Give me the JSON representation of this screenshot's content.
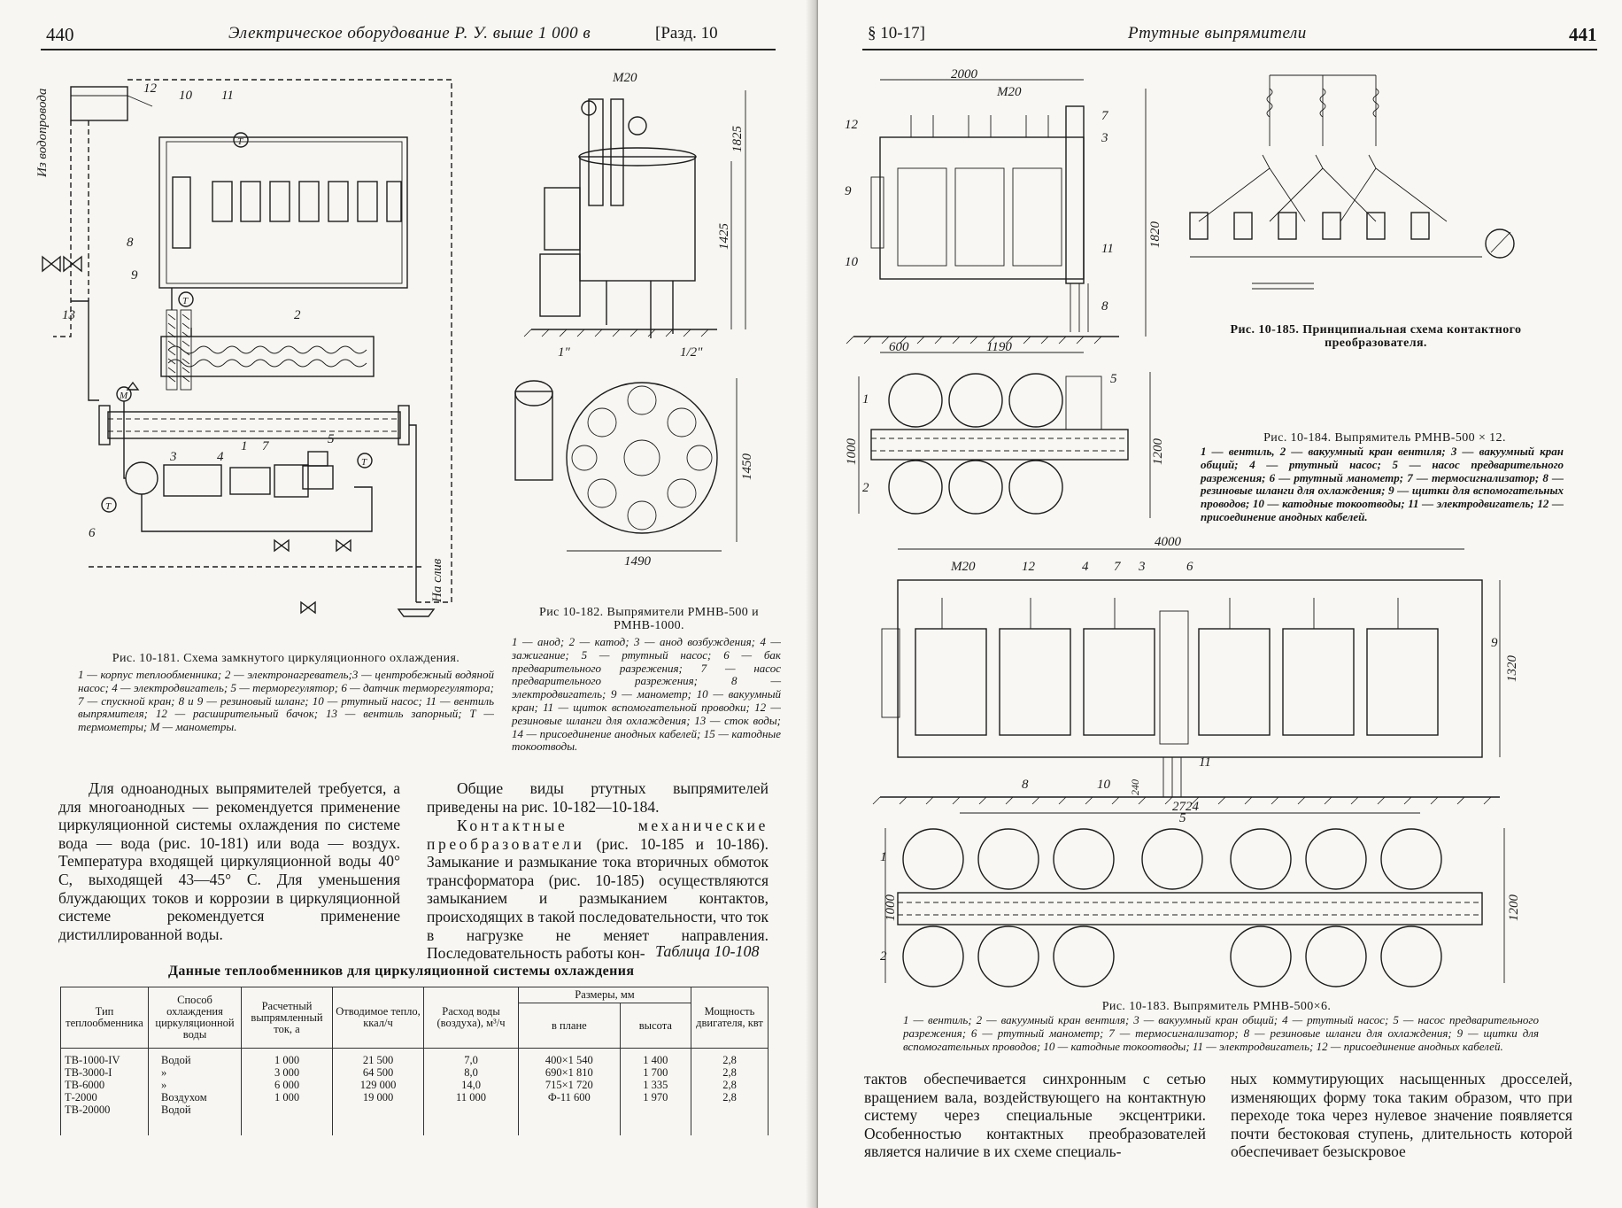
{
  "left_page": {
    "page_number": "440",
    "running_head": "Электрическое оборудование Р. У. выше 1 000 в",
    "section_ref": "[Разд. 10",
    "fig181": {
      "caption": "Рис. 10-181. Схема замкнутого циркуляционного охлаждения.",
      "legend": "1 — корпус теплообменника; 2 — электронагреватель;3 — центробежный водяной насос; 4 — электродвигатель; 5 — терморегулятор; 6 — датчик терморегулятора; 7 — спускной кран; 8 и 9 — резиновый шланг; 10 — ртутный насос; 11 — вентиль выпрямителя; 12 — расширительный бачок; 13 — вентиль запорный; Т — термометры; М — манометры.",
      "inflow_label": "Из водопровода",
      "outflow_label": "На слив",
      "labels": [
        "1",
        "2",
        "3",
        "4",
        "5",
        "6",
        "7",
        "8",
        "9",
        "10",
        "11",
        "12",
        "13",
        "T",
        "M"
      ]
    },
    "fig182": {
      "caption": "Рис 10-182. Выпрямители РМНВ-500 и РМНВ-1000.",
      "legend": "1 — анод; 2 — катод; 3 — анод возбуждения; 4 — зажигание; 5 — ртутный насос; 6 — бак предварительного разрежения; 7 — насос предварительного разрежения; 8 — электродвигатель; 9 — манометр; 10 — вакуумный кран; 11 — щиток вспомогательной проводки; 12 — резиновые шланги для охлаждения; 13 — сток воды; 14 — присоединение анодных кабелей; 15 — катодные токоотводы.",
      "dims": [
        "1825",
        "1425",
        "1450",
        "1490"
      ],
      "labels": [
        "M20",
        "1\"",
        "1/2\""
      ]
    },
    "para_left": "Для одноанодных выпрямителей требуется, а для многоанодных — рекомендуется применение циркуляционной системы охлаждения по системе вода — вода (рис. 10-181) или вода — воздух. Температура входящей циркуляционной воды 40° С, выходящей 43—45° С. Для уменьшения блуждающих токов и коррозии в циркуляционной системе рекомендуется применение дистиллированной воды.",
    "para_right_1": "Общие виды ртутных выпрямителей приведены на рис. 10-182—10-184.",
    "para_right_2_spaced": "Контактные механические преобразователи",
    "para_right_2": "(рис. 10-185 и 10-186). Замыкание и размыкание тока вторичных обмоток трансформатора (рис. 10-185) осуществляются замыканием и размыканием контактов, происходящих в такой последовательности, что ток в нагрузке не меняет направления. Последовательность работы кон-",
    "table": {
      "number": "Таблица 10-108",
      "title": "Данные теплообменников для циркуляционной системы охлаждения",
      "headers": {
        "type": "Тип теплообменника",
        "method": "Способ охлаждения циркуляционной воды",
        "current": "Расчетный выпрямленный ток, а",
        "heat": "Отводимое тепло, ккал/ч",
        "flow": "Расход воды (воздуха), м³/ч",
        "sizes": "Размеры, мм",
        "plan": "в плане",
        "height": "высота",
        "power": "Мощность двигателя, квт"
      },
      "types": [
        "ТВ-1000-IV",
        "ТВ-3000-I",
        "ТВ-6000",
        "Т-2000",
        "ТВ-20000"
      ],
      "methods": [
        "Водой",
        "»",
        "»",
        "Воздухом",
        "Водой"
      ],
      "currents": [
        "1 000",
        "3 000",
        "6 000",
        "1 000"
      ],
      "heats": [
        "21 500",
        "64 500",
        "129 000",
        "19 000"
      ],
      "flows": [
        "7,0",
        "8,0",
        "14,0",
        "11 000"
      ],
      "plans": [
        "400×1 540",
        "690×1 810",
        "715×1 720",
        "Ф-11 600"
      ],
      "heights": [
        "1 400",
        "1 700",
        "1 335",
        "1 970"
      ],
      "powers": [
        "2,8",
        "2,8",
        "2,8",
        "2,8"
      ]
    }
  },
  "right_page": {
    "page_number": "441",
    "section_ref": "§ 10-17]",
    "running_head": "Ртутные выпрямители",
    "fig184": {
      "caption": "Рис. 10-184. Выпрямитель РМНВ-500 × 12.",
      "legend": "1 — вентиль, 2 — вакуумный кран вентиля; 3 — вакуумный кран общий; 4 — ртутный насос; 5 — насос предварительного разрежения; 6 — ртутный манометр; 7 — термосигнализатор; 8 — резиновые шланги для охлаждения; 9 — щитки для вспомогательных проводов; 10 — катодные токоотводы; 11 — электродвигатель; 12 — присоединение анодных кабелей.",
      "dims": [
        "2000",
        "1820",
        "600",
        "1190",
        "1000",
        "1200"
      ],
      "labels": [
        "M20",
        "1",
        "2",
        "3",
        "5",
        "7",
        "8",
        "9",
        "10",
        "11",
        "12"
      ]
    },
    "fig185": {
      "caption": "Рис. 10-185. Принципиальная схема контактного преобразователя."
    },
    "fig183": {
      "caption": "Рис. 10-183. Выпрямитель РМНВ-500×6.",
      "legend": "1 — вентиль; 2 — вакуумный кран вентиля; 3 — вакуумный кран общий; 4 — ртутный насос; 5 — насос предварительного разрежения; 6 — ртутный манометр; 7 — термосигнализатор; 8 — резиновые шланги для охлаждения; 9 — щитки для вспомогательных проводов; 10 — катодные токоотводы; 11 — электродвигатель; 12 — присоединение анодных кабелей.",
      "dims": [
        "4000",
        "1320",
        "2724",
        "240",
        "1000",
        "1200"
      ],
      "labels": [
        "M20",
        "12",
        "4",
        "7",
        "3",
        "6",
        "9",
        "10",
        "11",
        "8",
        "1",
        "2",
        "5"
      ]
    },
    "para_left": "тактов обеспечивается синхронным с сетью вращением вала, воздействующего на контактную систему через специальные эксцентрики. Особенностью контактных преобразователей является наличие в их схеме специаль-",
    "para_right": "ных коммутирующих насыщенных дросселей, изменяющих форму тока таким образом, что при переходе тока через нулевое значение появляется почти бестоковая ступень, длительность которой обеспечивает безыскровое"
  }
}
